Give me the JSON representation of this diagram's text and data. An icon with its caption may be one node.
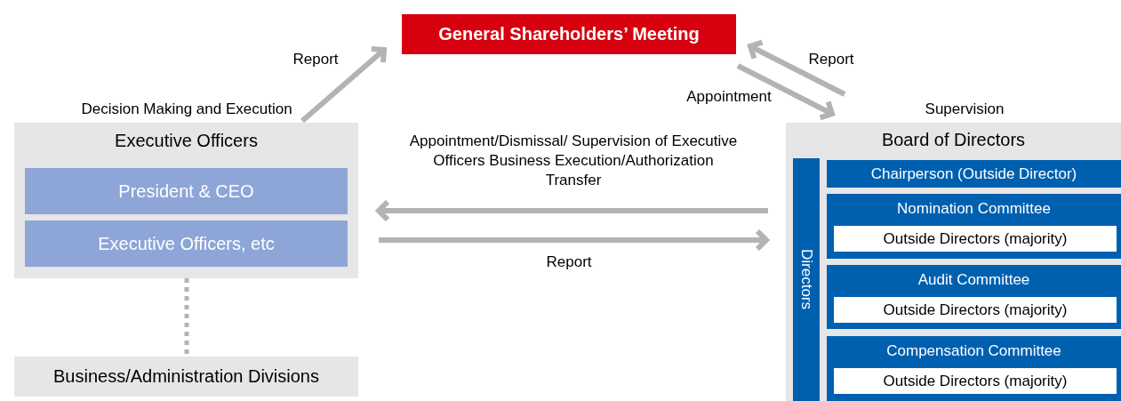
{
  "diagram": {
    "nodes": [
      {
        "text": [
          "General Shareholders’ Meeting"
        ]
      },
      {
        "text": [
          "Executive Officers"
        ],
        "beside": [
          "Decision Making and Execution"
        ]
      },
      {
        "text": [
          "President & CEO"
        ],
        "in": 1
      },
      {
        "text": [
          "Executive Officers, etc"
        ],
        "in": 1
      },
      {
        "text": [
          "Business/Administration Divisions"
        ]
      },
      {
        "text": [
          "Board of Directors"
        ],
        "beside": [
          "Supervision"
        ]
      },
      {
        "text": [
          "Directors"
        ],
        "in": 5
      },
      {
        "text": [
          "Chairperson (Outside Director)"
        ],
        "in": 5
      },
      {
        "text": [
          "Nomination Committee"
        ],
        "in": 5
      },
      {
        "text": [
          "Outside Directors (majority)"
        ],
        "in": 8
      },
      {
        "text": [
          "Audit Committee"
        ],
        "in": 5
      },
      {
        "text": [
          "Outside Directors (majority)"
        ],
        "in": 10
      },
      {
        "text": [
          "Compensation Committee"
        ],
        "in": 5
      },
      {
        "text": [
          "Outside Directors (majority)"
        ],
        "in": 12
      }
    ],
    "edges": [
      {
        "from": 1,
        "to": 0,
        "arrow": "to",
        "label": "Report"
      },
      {
        "from": 0,
        "to": 5,
        "arrow": "to",
        "label": "Appointment"
      },
      {
        "from": 5,
        "to": 0,
        "arrow": "to",
        "label": "Report"
      },
      {
        "from": 5,
        "to": 1,
        "arrow": "to",
        "label": "Appointment/Dismissal/ Supervision of Executive Officers Business Execution/Authorization Transfer"
      },
      {
        "from": 1,
        "to": 5,
        "arrow": "to",
        "label": "Report"
      },
      {
        "from": 1,
        "to": 4,
        "arrow": "none",
        "style": "dashed"
      }
    ]
  }
}
